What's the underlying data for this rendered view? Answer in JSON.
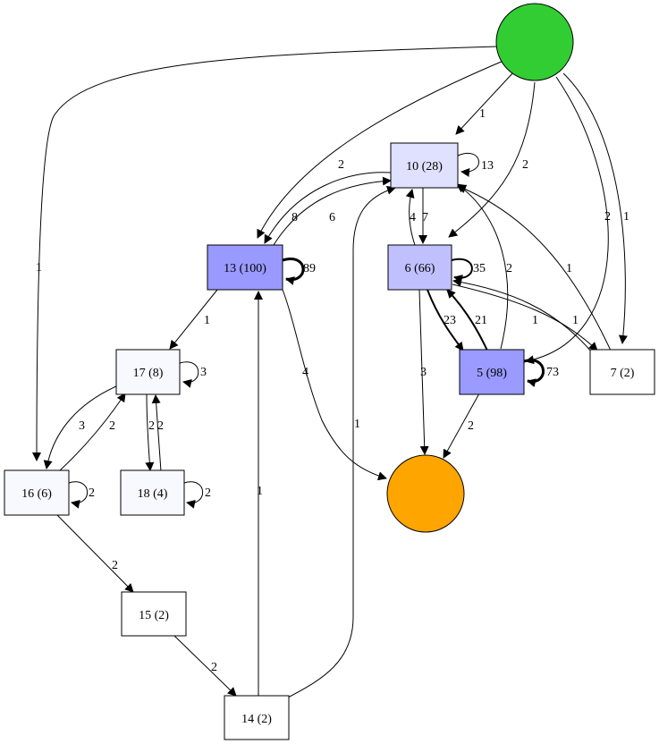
{
  "nodes": [
    {
      "id": "start",
      "shape": "circle",
      "label": "",
      "color": "#32cd32"
    },
    {
      "id": "end",
      "shape": "circle",
      "label": "",
      "color": "#ffa500"
    },
    {
      "id": "n10",
      "shape": "box",
      "label": "10 (28)",
      "color": "#e0e0ff"
    },
    {
      "id": "n13",
      "shape": "box",
      "label": "13 (100)",
      "color": "#9999ff"
    },
    {
      "id": "n6",
      "shape": "box",
      "label": "6 (66)",
      "color": "#c0c0ff"
    },
    {
      "id": "n5",
      "shape": "box",
      "label": "5 (98)",
      "color": "#9a9aff"
    },
    {
      "id": "n7",
      "shape": "box",
      "label": "7 (2)",
      "color": "#ffffff"
    },
    {
      "id": "n17",
      "shape": "box",
      "label": "17 (8)",
      "color": "#f8f8ff"
    },
    {
      "id": "n16",
      "shape": "box",
      "label": "16 (6)",
      "color": "#f8f8ff"
    },
    {
      "id": "n18",
      "shape": "box",
      "label": "18 (4)",
      "color": "#f8f8ff"
    },
    {
      "id": "n15",
      "shape": "box",
      "label": "15 (2)",
      "color": "#ffffff"
    },
    {
      "id": "n14",
      "shape": "box",
      "label": "14 (2)",
      "color": "#ffffff"
    }
  ],
  "edges": [
    {
      "from": "start",
      "to": "n10",
      "label": "1"
    },
    {
      "from": "start",
      "to": "n13",
      "label": "2"
    },
    {
      "from": "start",
      "to": "n6",
      "label": "2"
    },
    {
      "from": "start",
      "to": "n5",
      "label": "2"
    },
    {
      "from": "start",
      "to": "n7",
      "label": "1"
    },
    {
      "from": "start",
      "to": "n16",
      "label": "1"
    },
    {
      "from": "n10",
      "to": "n10",
      "label": "13"
    },
    {
      "from": "n10",
      "to": "n13",
      "label": "8"
    },
    {
      "from": "n13",
      "to": "n10",
      "label": "6"
    },
    {
      "from": "n6",
      "to": "n10",
      "label": "4"
    },
    {
      "from": "n10",
      "to": "n6",
      "label": "7"
    },
    {
      "from": "n13",
      "to": "n13",
      "label": "89"
    },
    {
      "from": "n6",
      "to": "n6",
      "label": "35"
    },
    {
      "from": "n5",
      "to": "n10",
      "label": "2"
    },
    {
      "from": "n7",
      "to": "n10",
      "label": "1"
    },
    {
      "from": "n6",
      "to": "n5",
      "label": "23"
    },
    {
      "from": "n5",
      "to": "n6",
      "label": "21"
    },
    {
      "from": "n6",
      "to": "n7",
      "label": "1"
    },
    {
      "from": "n7",
      "to": "n6",
      "label": "1"
    },
    {
      "from": "n5",
      "to": "n5",
      "label": "73"
    },
    {
      "from": "n13",
      "to": "n17",
      "label": "1"
    },
    {
      "from": "n13",
      "to": "end",
      "label": "4"
    },
    {
      "from": "n6",
      "to": "end",
      "label": "3"
    },
    {
      "from": "n5",
      "to": "end",
      "label": "2"
    },
    {
      "from": "n17",
      "to": "n17",
      "label": "3"
    },
    {
      "from": "n17",
      "to": "n16",
      "label": "3"
    },
    {
      "from": "n16",
      "to": "n17",
      "label": "2"
    },
    {
      "from": "n17",
      "to": "n18",
      "label": "2"
    },
    {
      "from": "n18",
      "to": "n17",
      "label": "2"
    },
    {
      "from": "n16",
      "to": "n16",
      "label": "2"
    },
    {
      "from": "n18",
      "to": "n18",
      "label": "2"
    },
    {
      "from": "n16",
      "to": "n15",
      "label": "2"
    },
    {
      "from": "n15",
      "to": "n14",
      "label": "2"
    },
    {
      "from": "n14",
      "to": "n13",
      "label": "1"
    },
    {
      "from": "n14",
      "to": "n10",
      "label": "1"
    }
  ]
}
